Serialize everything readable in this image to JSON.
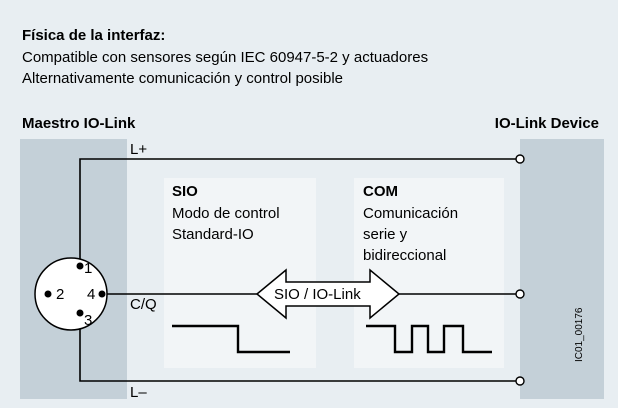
{
  "header": {
    "title": "Física de la interfaz:",
    "line1": "Compatible con sensores según IEC 60947-5-2 y actuadores",
    "line2": "Alternativamente comunicación y control posible"
  },
  "master": {
    "label": "Maestro IO-Link"
  },
  "device": {
    "label": "IO-Link Device"
  },
  "wires": {
    "l_plus": "L+",
    "cq": "C/Q",
    "l_minus": "L–"
  },
  "connector": {
    "pin1": "1",
    "pin2": "2",
    "pin3": "3",
    "pin4": "4"
  },
  "sio": {
    "title": "SIO",
    "line1": "Modo de control",
    "line2": "Standard-IO"
  },
  "com": {
    "title": "COM",
    "line1": "Comunicación",
    "line2": "serie y",
    "line3": "bidireccional"
  },
  "arrow": {
    "label": "SIO / IO-Link"
  },
  "figure_id": "IC01_00176",
  "colors": {
    "background": "#e8eef2",
    "master_bar": "#c4d0d8",
    "device_bar": "#c4d0d8",
    "inner_box": "#f2f5f7",
    "line": "#000000"
  }
}
